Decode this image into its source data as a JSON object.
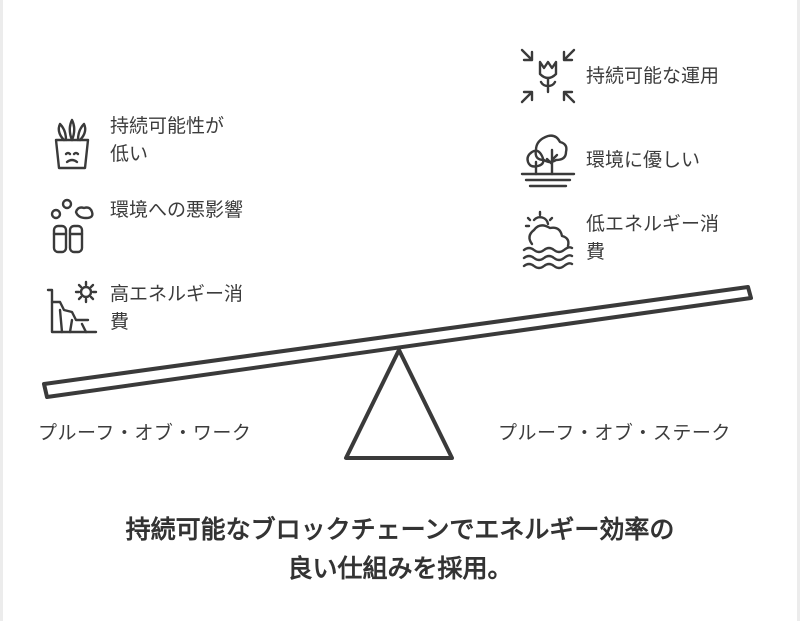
{
  "left_items": [
    {
      "label": "持続可能性が\n低い",
      "icon": "wilting-plant-icon"
    },
    {
      "label": "環境への悪影響",
      "icon": "smokestack-pollution-icon"
    },
    {
      "label": "高エネルギー消\n費",
      "icon": "heat-sun-landscape-icon"
    }
  ],
  "right_items": [
    {
      "label": "持続可能な運用",
      "icon": "tulip-focus-icon"
    },
    {
      "label": "環境に優しい",
      "icon": "trees-landscape-icon"
    },
    {
      "label": "低エネルギー消\n費",
      "icon": "sun-cloud-water-icon"
    }
  ],
  "left_label": "プルーフ・オブ・ワーク",
  "right_label": "プルーフ・オブ・ステーク",
  "caption": "持続可能なブロックチェーンでエネルギー効率の\n良い仕組みを採用。",
  "colors": {
    "stroke": "#3a3a3a",
    "background": "#ffffff"
  }
}
